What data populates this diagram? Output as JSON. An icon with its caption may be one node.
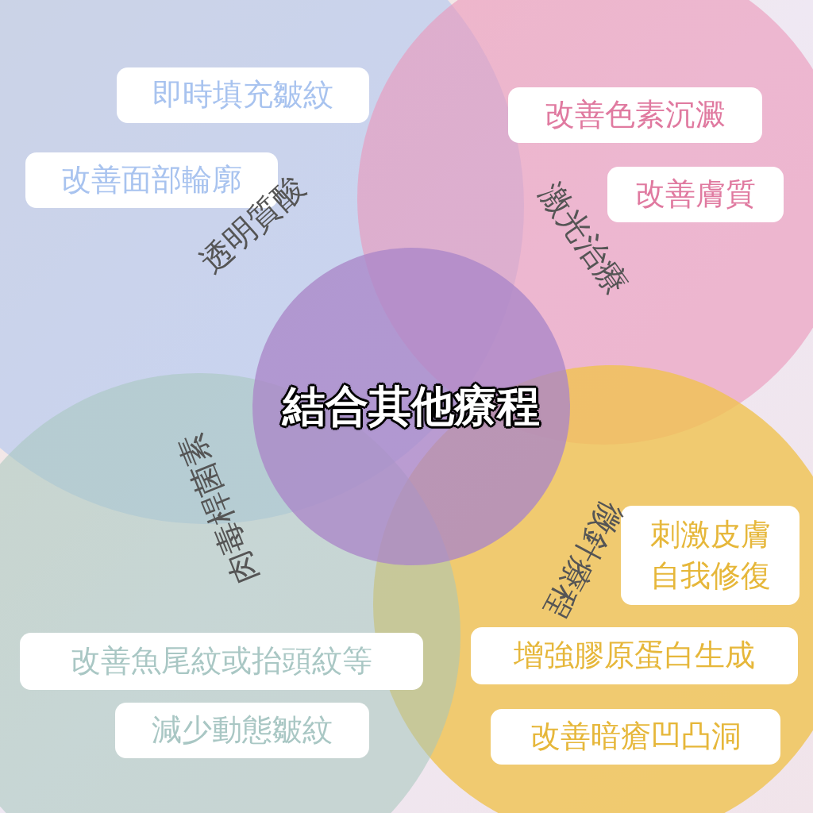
{
  "diagram": {
    "nodes": [
      {
        "text": [
          "結合其他療程"
        ]
      },
      {
        "text": [
          "透明質酸"
        ]
      },
      {
        "text": [
          "即時填充皺紋"
        ],
        "in": 1
      },
      {
        "text": [
          "改善面部輪廓"
        ],
        "in": 1
      },
      {
        "text": [
          "激光治療"
        ]
      },
      {
        "text": [
          "改善色素沉澱"
        ],
        "in": 4
      },
      {
        "text": [
          "改善膚質"
        ],
        "in": 4
      },
      {
        "text": [
          "微針療程"
        ]
      },
      {
        "text": [
          "刺激皮膚自我修復"
        ],
        "in": 7
      },
      {
        "text": [
          "增強膠原蛋白生成"
        ],
        "in": 7
      },
      {
        "text": [
          "改善暗瘡凹凸洞"
        ],
        "in": 7
      },
      {
        "text": [
          "肉毒桿菌素"
        ]
      },
      {
        "text": [
          "改善魚尾紋或抬頭紋等"
        ],
        "in": 11
      },
      {
        "text": [
          "減少動態皺紋"
        ],
        "in": 11
      }
    ],
    "edges": []
  }
}
